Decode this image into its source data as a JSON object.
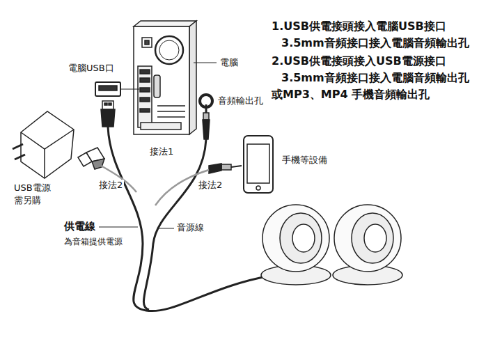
{
  "diagram": {
    "labels": [
      "1.USB供電接頭接入電腦USB接口",
      "3.5mm音頻接口接入電腦音頻輸出孔",
      "2.USB供電接頭接入USB電源接口",
      "3.5mm音頻接口接入電腦音頻輸出孔",
      "或MP3、MP4 手機音頻輸出孔",
      "電腦USB口",
      "電腦",
      "音頻輸出孔",
      "手機等設備",
      "接法1",
      "接法2",
      "接法2",
      "USB電源",
      "需另購",
      "供電線",
      "為音箱提供電源",
      "音源線"
    ]
  }
}
